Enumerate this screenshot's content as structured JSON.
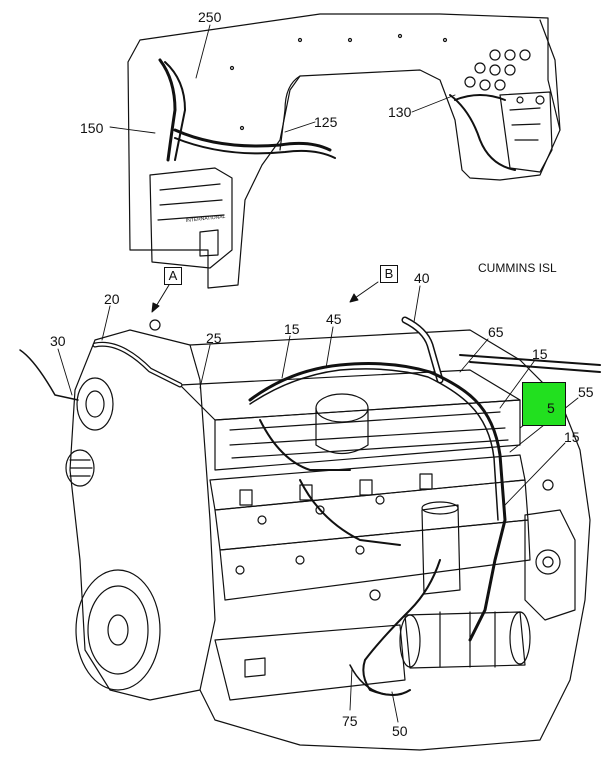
{
  "model_label": "CUMMINS ISL",
  "view_labels": {
    "a": "A",
    "b": "B"
  },
  "callouts": {
    "c250": "250",
    "c150": "150",
    "c125": "125",
    "c130": "130",
    "c40": "40",
    "c20": "20",
    "c30": "30",
    "c25": "25",
    "c15a": "15",
    "c45": "45",
    "c65": "65",
    "c15b": "15",
    "c5": "5",
    "c55": "55",
    "c15c": "15",
    "c75": "75",
    "c50": "50"
  },
  "highlight_color": "#22e01f",
  "logo_text": "INTERNATIONAL"
}
